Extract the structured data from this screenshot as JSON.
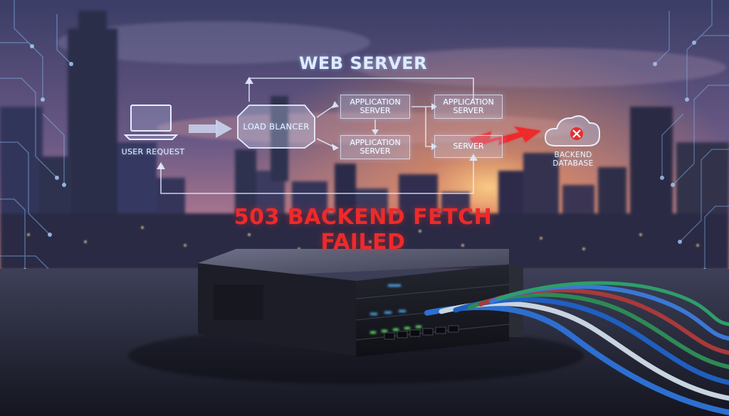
{
  "diagram": {
    "title": "WEB SERVER",
    "user_request": "USER REQUEST",
    "load_balancer": "LOAD BLANCER",
    "app_server_1": "APPLICATION SERVER",
    "app_server_2": "APPLICATION SERVER",
    "app_server_3": "APPLICATION SERVER",
    "server": "SERVER",
    "backend_database": "BACKEND DATABASE"
  },
  "error": {
    "message": "503 BACKEND FETCH FAILED"
  },
  "colors": {
    "error_red": "#ee2a2a",
    "sky_top": "#3b3f6b",
    "sunset_orange": "#ff9a55",
    "led_blue": "#4fb8ff",
    "led_green": "#6cff70"
  },
  "icons": [
    "laptop-icon",
    "cloud-error-icon",
    "lightning-bolt-icon"
  ]
}
